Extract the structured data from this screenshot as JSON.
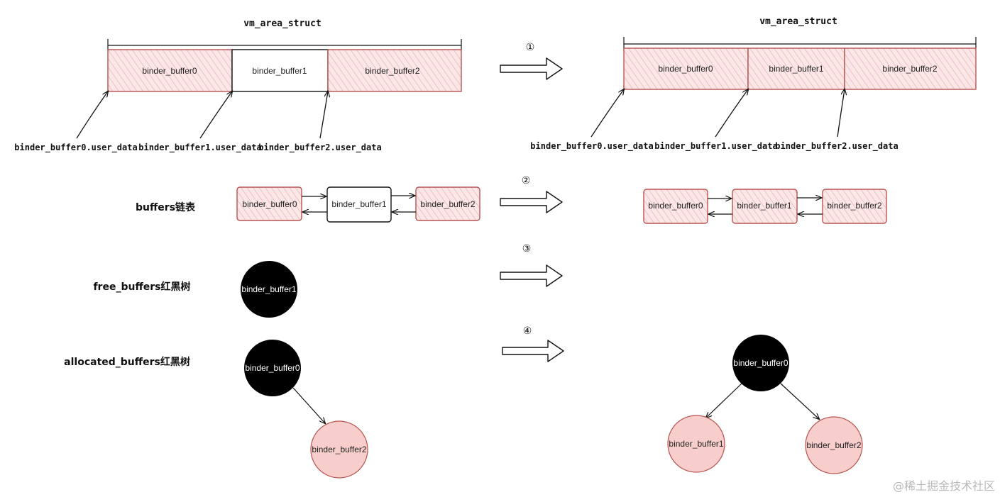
{
  "colors": {
    "used_fill": "#f9d7d7",
    "used_stroke": "#b85450",
    "free_stroke": "#111111",
    "black_node": "#000000",
    "pink_node": "#f8cecc"
  },
  "vma": {
    "title": "vm_area_struct",
    "before": {
      "segments": [
        "binder_buffer0",
        "binder_buffer1",
        "binder_buffer2"
      ],
      "pointers": [
        "binder_buffer0.user_data",
        "binder_buffer1.user_data",
        "binder_buffer2.user_data"
      ]
    },
    "after": {
      "segments": [
        "binder_buffer0",
        "binder_buffer1",
        "binder_buffer2"
      ],
      "pointers": [
        "binder_buffer0.user_data",
        "binder_buffer1.user_data",
        "binder_buffer2.user_data"
      ]
    }
  },
  "steps": [
    "①",
    "②",
    "③",
    "④"
  ],
  "rows": {
    "buffers_list": "buffers链表",
    "free_tree": "free_buffers红黑树",
    "allocated_tree": "allocated_buffers红黑树"
  },
  "list_before": [
    "binder_buffer0",
    "binder_buffer1",
    "binder_buffer2"
  ],
  "list_after": [
    "binder_buffer0",
    "binder_buffer1",
    "binder_buffer2"
  ],
  "free_tree_before": {
    "node": "binder_buffer1"
  },
  "alloc_tree_before": {
    "root": "binder_buffer0",
    "child": "binder_buffer2"
  },
  "alloc_tree_after": {
    "root": "binder_buffer0",
    "left": "binder_buffer1",
    "right": "binder_buffer2"
  },
  "watermark": "@稀土掘金技术社区"
}
